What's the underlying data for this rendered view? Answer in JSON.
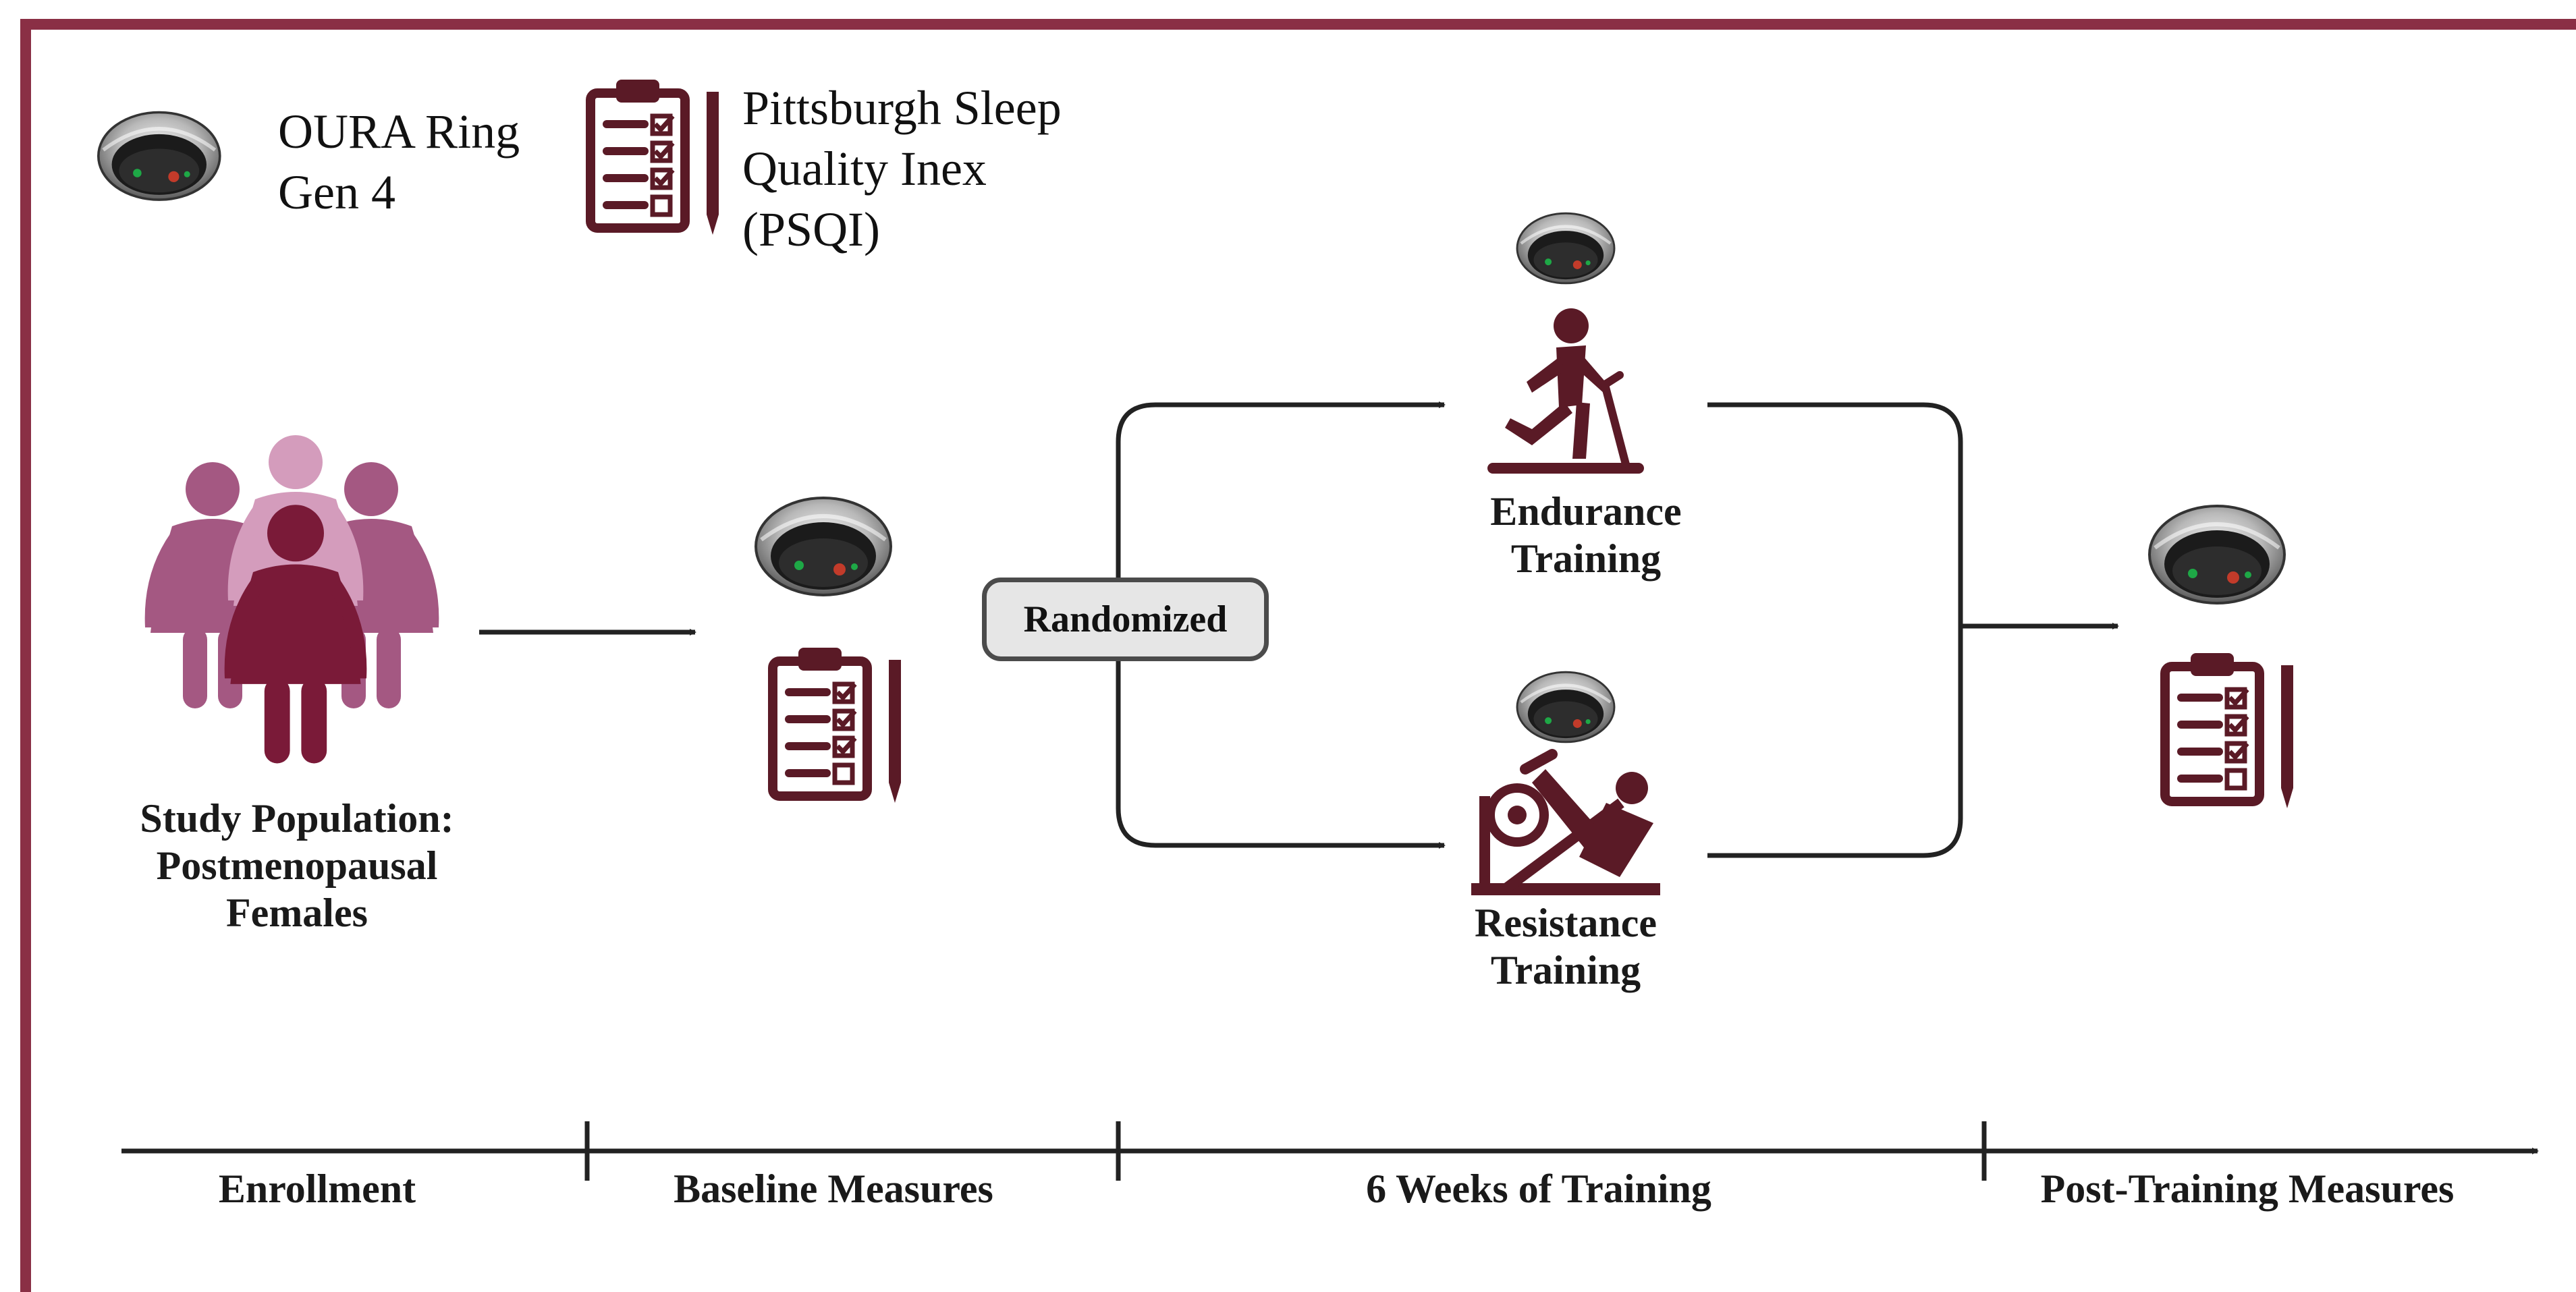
{
  "legend": {
    "ring_label_line1": "OURA Ring",
    "ring_label_line2": "Gen 4",
    "psqi_label_line1": "Pittsburgh Sleep",
    "psqi_label_line2": "Quality Inex",
    "psqi_label_line3": "(PSQI)"
  },
  "population": {
    "line1": "Study Population:",
    "line2": "Postmenopausal",
    "line3": "Females"
  },
  "randomized_label": "Randomized",
  "arms": {
    "endurance_line1": "Endurance",
    "endurance_line2": "Training",
    "resistance_line1": "Resistance",
    "resistance_line2": "Training"
  },
  "timeline": {
    "phases": [
      "Enrollment",
      "Baseline Measures",
      "6 Weeks of Training",
      "Post-Training Measures"
    ]
  },
  "colors": {
    "frame": "#8a2f45",
    "icon_dark": "#5a1a26",
    "population_dark": "#7a1a38",
    "population_mid": "#a45882",
    "population_light": "#d49cbc",
    "box_fill": "#e6e6e6",
    "line": "#222222"
  }
}
